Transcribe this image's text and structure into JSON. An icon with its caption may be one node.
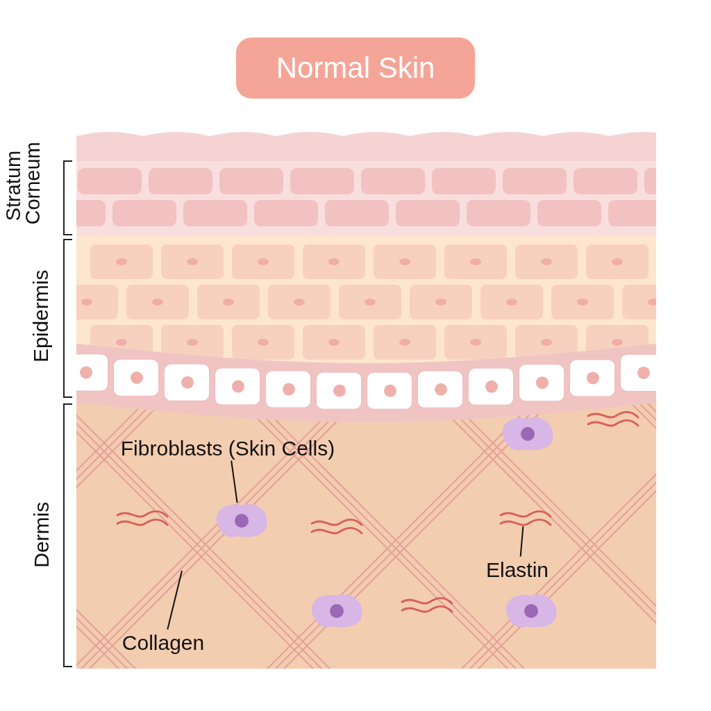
{
  "diagram": {
    "title": "Normal Skin",
    "nodes": [
      {
        "text": [
          "Fibroblasts (Skin Cells)"
        ]
      },
      {
        "text": [],
        "shape": "picture"
      },
      {
        "text": [
          "Elastin"
        ]
      },
      {
        "text": [],
        "shape": "picture"
      },
      {
        "text": [
          "Collagen"
        ]
      }
    ],
    "edges": [
      {
        "from": 0,
        "to": 1,
        "arrow": "none"
      },
      {
        "from": 2,
        "to": 3,
        "arrow": "none"
      },
      {
        "from": 4,
        "to": null,
        "arrow": "none"
      }
    ],
    "labels": [
      "Stratum Corneum",
      "Epidermis",
      "Dermis"
    ]
  }
}
